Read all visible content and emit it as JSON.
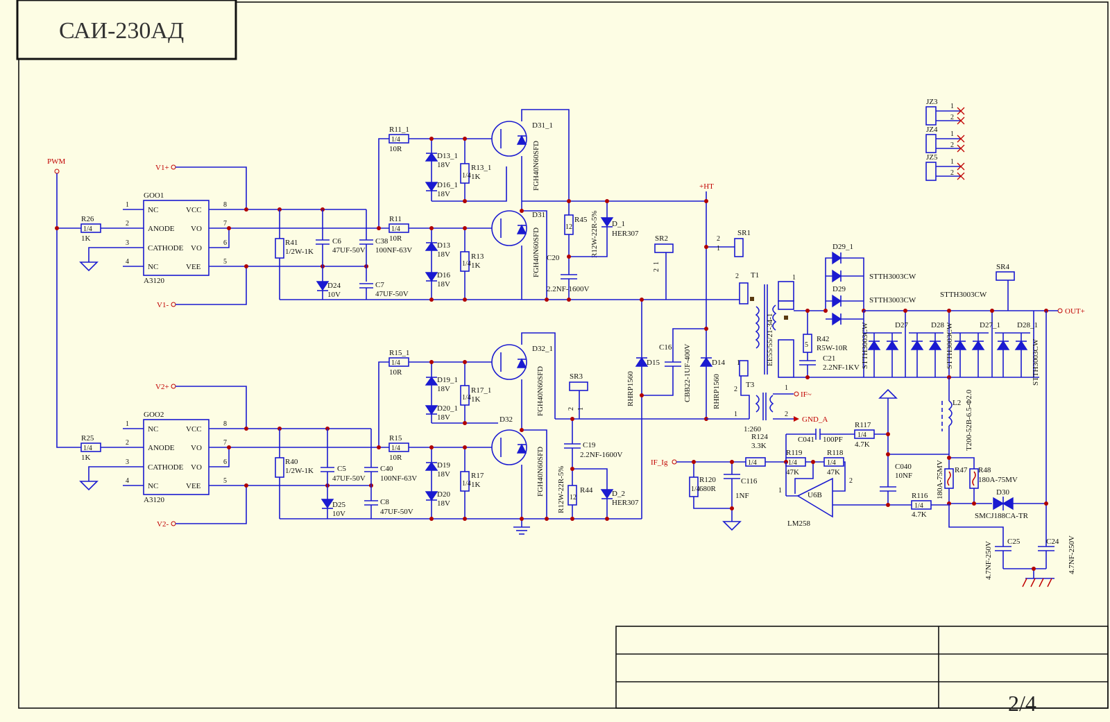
{
  "title": "САИ-230АД",
  "page": "2/4",
  "ports": {
    "pwm": "PWM",
    "v1p": "V1+",
    "v1m": "V1-",
    "v2p": "V2+",
    "v2m": "V2-",
    "ht": "+HT",
    "out": "OUT+",
    "if": "IF~",
    "gnda": "GND_A",
    "iflg": "IF_Ig"
  },
  "ic1": {
    "ref": "GOO1",
    "part": "A3120",
    "pins": [
      "NC",
      "ANODE",
      "CATHODE",
      "NC",
      "VCC",
      "VO",
      "VO",
      "VEE"
    ],
    "nums": [
      "1",
      "2",
      "3",
      "4",
      "8",
      "7",
      "6",
      "5"
    ]
  },
  "ic2": {
    "ref": "GOO2",
    "part": "A3120",
    "pins": [
      "NC",
      "ANODE",
      "CATHODE",
      "NC",
      "VCC",
      "VO",
      "VO",
      "VEE"
    ],
    "nums": [
      "1",
      "2",
      "3",
      "4",
      "8",
      "7",
      "6",
      "5"
    ]
  },
  "labels": {
    "r26": "R26",
    "r26v": "1K",
    "r25": "R25",
    "r25v": "1K",
    "quarter": "1/4",
    "half": "1/2",
    "one2": "12",
    "five": "5",
    "r41": "R41",
    "r41v": "1/2W-1K",
    "c6": "C6",
    "c6v": "47UF-50V",
    "c38": "C38",
    "c38v": "100NF-63V",
    "d24": "D24",
    "d24v": "10V",
    "c7": "C7",
    "c7v": "47UF-50V",
    "r11_1": "R11_1",
    "r11_1v": "10R",
    "r11": "R11",
    "r11v": "10R",
    "d13_1": "D13_1",
    "d13_1v": "18V",
    "d16_1": "D16_1",
    "d16_1v": "18V",
    "r13_1": "R13_1",
    "r13_1v": "1K",
    "d13": "D13",
    "d13v": "18V",
    "d16": "D16",
    "d16v": "18V",
    "r13": "R13",
    "r13v": "1K",
    "d31_1": "D31_1",
    "d31": "D31",
    "igbt": "FGH40N60SFD",
    "c20": "C20",
    "c20v": "2.2NF-1600V",
    "r45": "R45",
    "r45v": "R12W-22R-5%",
    "d_1": "D_1",
    "d_1v": "HER307",
    "sr2": "SR2",
    "sr1": "SR1",
    "sr3": "SR3",
    "sr4": "SR4",
    "r40": "R40",
    "r40v": "1/2W-1K",
    "c5": "C5",
    "c5v": "47UF-50V",
    "c40": "C40",
    "c40v": "100NF-63V",
    "d25": "D25",
    "d25v": "10V",
    "c8": "C8",
    "c8v": "47UF-50V",
    "r15_1": "R15_1",
    "r15_1v": "10R",
    "r15": "R15",
    "r15v": "10R",
    "d19_1": "D19_1",
    "d19_1v": "18V",
    "d20_1": "D20_1",
    "d20_1v": "18V",
    "r17_1": "R17_1",
    "r17_1v": "1K",
    "d19": "D19",
    "d19v": "18V",
    "d20": "D20",
    "d20v": "18V",
    "r17": "R17",
    "r17v": "1K",
    "d32_1": "D32_1",
    "d32": "D32",
    "c19": "C19",
    "c19v": "2.2NF-1600V",
    "r44": "R44",
    "r44v": "R12W-22R-5%",
    "d_2": "D_2",
    "d_2v": "HER307",
    "d15": "D15",
    "d15v": "RHRP1560",
    "c16": "C16",
    "c16v": "CBB22-1UF-400V",
    "d14": "D14",
    "d14v": "RHRP1560",
    "t1": "T1",
    "t1v": "EE55/55/21-34-1",
    "t3": "T3",
    "t3v": "1:260",
    "r42": "R42",
    "r42v": "R5W-10R",
    "c21": "C21",
    "c21v": "2.2NF-1KV",
    "d29_1": "D29_1",
    "d29": "D29",
    "stth": "STTH3003CW",
    "d27": "D27",
    "d28": "D28",
    "d27_1": "D27_1",
    "d28_1": "D28_1",
    "l2": "L2",
    "l2v": "T200-52B-6.5-Φ2.0",
    "r124": "R124",
    "r124v": "3.3K",
    "c041": "C041",
    "c041v": "100PF",
    "r117": "R117",
    "r117v": "4.7K",
    "r119": "R119",
    "r119v": "47K",
    "r118": "R118",
    "r118v": "47K",
    "r120": "R120",
    "r120v": "680R",
    "c116": "C116",
    "c116v": "1NF",
    "u6b": "U6B",
    "lm": "LM258",
    "c040": "C040",
    "c040v": "10NF",
    "r116": "R116",
    "r116v": "4.7K",
    "r47": "R47",
    "r47v": "180A-75MV",
    "r48": "R48",
    "r48v": "180A-75MV",
    "d30": "D30",
    "d30v": "SMCJ188CA-TR",
    "c25": "C25",
    "c25v": "4.7NF-250V",
    "c24": "C24",
    "c24v": "4.7NF-250V",
    "jz3": "JZ3",
    "jz4": "JZ4",
    "jz5": "JZ5",
    "n1": "1",
    "n2": "2"
  }
}
